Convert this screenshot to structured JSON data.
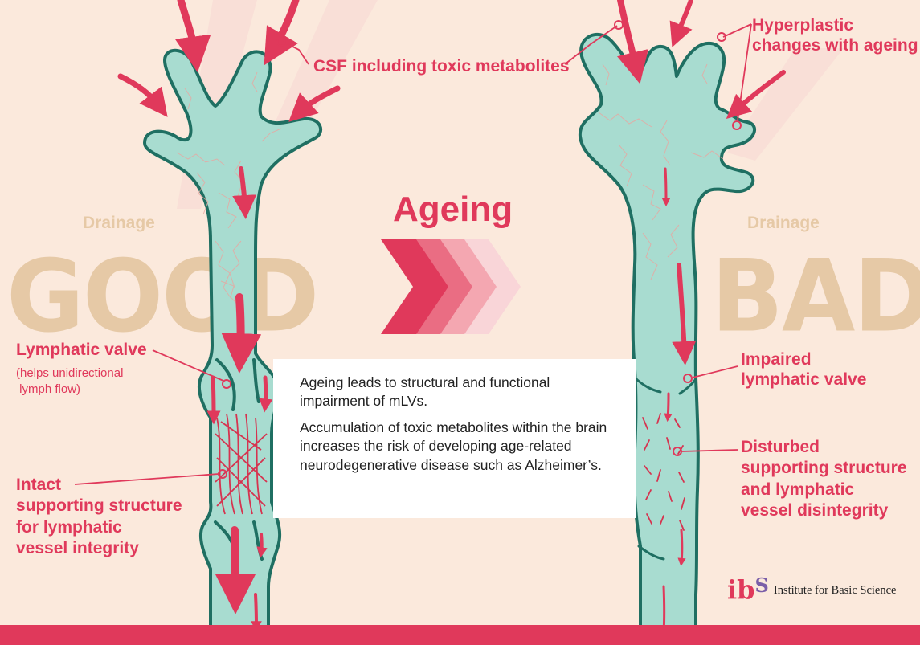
{
  "left_panel": {
    "drainage_label": "Drainage",
    "drainage_status": "GOOD",
    "valve_label": "Lymphatic valve",
    "valve_note": "(helps unidirectional\n lymph flow)",
    "support_label": "Intact\nsupporting structure\nfor lymphatic\nvessel integrity"
  },
  "right_panel": {
    "drainage_label": "Drainage",
    "drainage_status": "BAD",
    "hyperplastic_label": "Hyperplastic\nchanges with ageing",
    "valve_label": "Impaired\nlymphatic valve",
    "support_label": "Disturbed\nsupporting structure\nand lymphatic\nvessel disintegrity"
  },
  "center": {
    "csf_label": "CSF including toxic metabolites",
    "ageing_title": "Ageing",
    "info_paragraphs": [
      "Ageing leads to structural and functional impairment of mLVs.",
      "Accumulation of toxic metabolites within the brain increases the risk of developing age-related neurodegenerative disease such as Alzheimer’s."
    ]
  },
  "logo": {
    "mark": "ib",
    "mark_s": "S",
    "text": "Institute for Basic Science"
  },
  "colors": {
    "background": "#fbe9dc",
    "accent": "#e0395b",
    "vessel_fill": "#a8dcd0",
    "vessel_outline": "#1f6f62",
    "ghost_text": "#e6c9a6"
  }
}
